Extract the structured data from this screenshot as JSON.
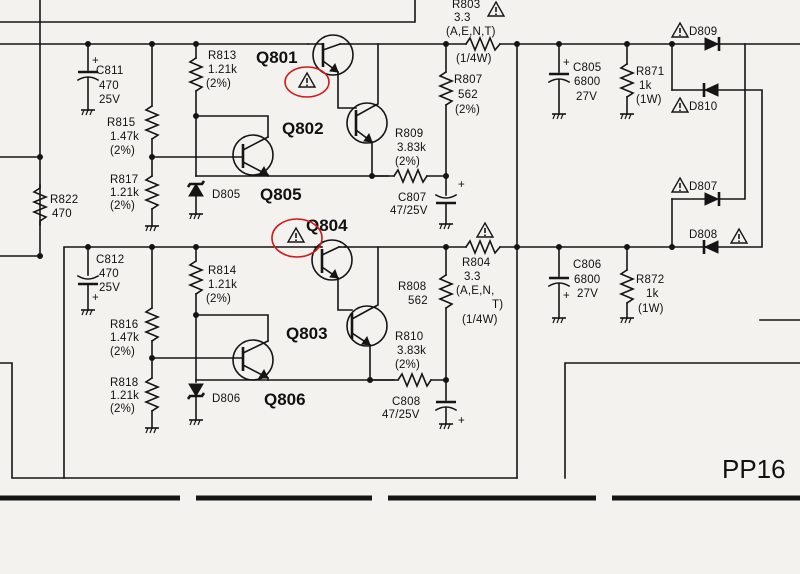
{
  "colors": {
    "ink": "#151515",
    "paper": "#f4f2ee",
    "highlight": "#d01818"
  },
  "diagram_label": "PP16",
  "components": {
    "q801": "Q801",
    "q802": "Q802",
    "q803": "Q803",
    "q804": "Q804",
    "q805": "Q805",
    "q806": "Q806",
    "c811": {
      "ref": "C811",
      "v1": "470",
      "v2": "25V"
    },
    "c812": {
      "ref": "C812",
      "v1": "470",
      "v2": "25V"
    },
    "c805": {
      "ref": "C805",
      "v1": "6800",
      "v2": "27V"
    },
    "c806": {
      "ref": "C806",
      "v1": "6800",
      "v2": "27V"
    },
    "c807": {
      "ref": "C807",
      "v1": "47/25V"
    },
    "c808": {
      "ref": "C808",
      "v1": "47/25V"
    },
    "r803": {
      "ref": "R803",
      "v1": "3.3",
      "v2": "(A,E,N,T)",
      "v3": "(1/4W)"
    },
    "r804": {
      "ref": "R804",
      "v1": "3.3",
      "v2": "(A,E,N,",
      "v3": "T)",
      "v4": "(1/4W)"
    },
    "r807": {
      "ref": "R807",
      "v1": "562",
      "v2": "(2%)"
    },
    "r808": {
      "ref": "R808",
      "v1": "562"
    },
    "r809": {
      "ref": "R809",
      "v1": "3.83k",
      "v2": "(2%)"
    },
    "r810": {
      "ref": "R810",
      "v1": "3.83k",
      "v2": "(2%)"
    },
    "r813": {
      "ref": "R813",
      "v1": "1.21k",
      "v2": "(2%)"
    },
    "r814": {
      "ref": "R814",
      "v1": "1.21k",
      "v2": "(2%)"
    },
    "r815": {
      "ref": "R815",
      "v1": "1.47k",
      "v2": "(2%)"
    },
    "r816": {
      "ref": "R816",
      "v1": "1.47k",
      "v2": "(2%)"
    },
    "r817": {
      "ref": "R817",
      "v1": "1.21k",
      "v2": "(2%)"
    },
    "r818": {
      "ref": "R818",
      "v1": "1.21k",
      "v2": "(2%)"
    },
    "r822": {
      "ref": "R822",
      "v1": "470"
    },
    "r871": {
      "ref": "R871",
      "v1": "1k",
      "v2": "(1W)"
    },
    "r872": {
      "ref": "R872",
      "v1": "1k",
      "v2": "(1W)"
    },
    "d805": "D805",
    "d806": "D806",
    "d807": "D807",
    "d808": "D808",
    "d809": "D809",
    "d810": "D810"
  }
}
